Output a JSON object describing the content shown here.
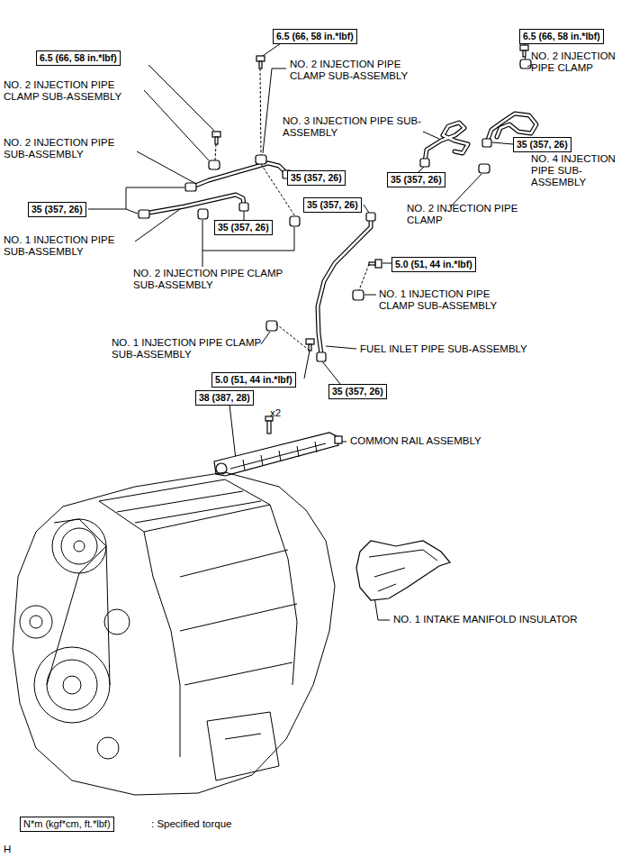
{
  "diagram": {
    "nodes": [
      {
        "text": [
          "6.5 (66, 58 in.*lbf)"
        ]
      },
      {
        "text": [
          "6.5 (66, 58 in.*lbf)"
        ]
      },
      {
        "text": [
          "6.5 (66, 58 in.*lbf)"
        ]
      },
      {
        "text": [
          "35 (357, 26)"
        ]
      },
      {
        "text": [
          "35 (357, 26)"
        ]
      },
      {
        "text": [
          "35 (357, 26)"
        ]
      },
      {
        "text": [
          "35 (357, 26)"
        ]
      },
      {
        "text": [
          "35 (357, 26)"
        ]
      },
      {
        "text": [
          "35 (357, 26)"
        ]
      },
      {
        "text": [
          "5.0 (51, 44 in.*lbf)"
        ]
      },
      {
        "text": [
          "5.0 (51, 44 in.*lbf)"
        ]
      },
      {
        "text": [
          "35 (357, 26)"
        ]
      },
      {
        "text": [
          "38 (387, 28)"
        ]
      },
      {
        "text": [
          "N*m (kgf*cm, ft.*lbf)"
        ]
      }
    ],
    "labels": [
      "NO. 2 INJECTION PIPE CLAMP SUB-ASSEMBLY",
      "NO. 2 INJECTION PIPE CLAMP SUB-ASSEMBLY",
      "NO. 2 INJECTION PIPE CLAMP",
      "NO. 3 INJECTION PIPE SUB-ASSEMBLY",
      "NO. 2 INJECTION PIPE SUB-ASSEMBLY",
      "NO. 4 INJECTION PIPE SUB-ASSEMBLY",
      "NO. 2 INJECTION PIPE CLAMP",
      "NO. 1 INJECTION PIPE SUB-ASSEMBLY",
      "NO. 2 INJECTION PIPE CLAMP SUB-ASSEMBLY",
      "NO. 1 INJECTION PIPE CLAMP SUB-ASSEMBLY",
      "NO. 1 INJECTION PIPE CLAMP SUB-ASSEMBLY",
      "FUEL INLET PIPE SUB-ASSEMBLY",
      "x2",
      "COMMON RAIL ASSEMBLY",
      "NO. 1 INTAKE MANIFOLD INSULATOR",
      ": Specified torque",
      "H"
    ]
  }
}
